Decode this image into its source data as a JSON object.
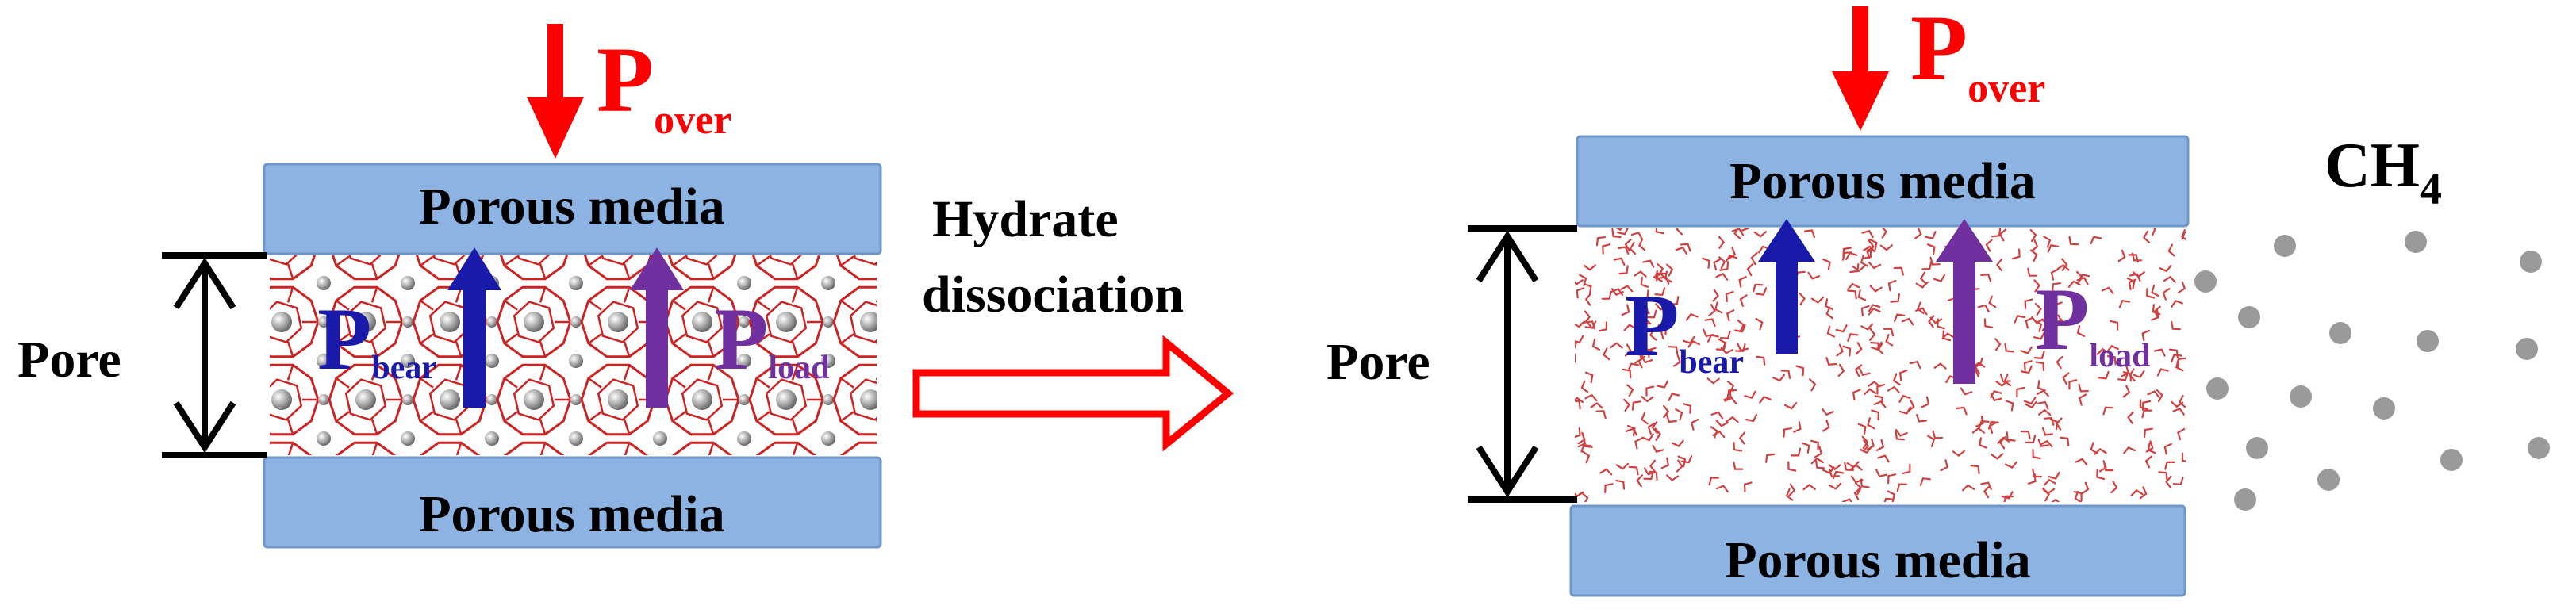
{
  "left_panel": {
    "top_layer": "Porous media",
    "bottom_layer": "Porous media",
    "pore_label": "Pore",
    "force_top": {
      "main": "P",
      "sub": "over"
    },
    "force_bear": {
      "main": "P",
      "sub": "bear"
    },
    "force_load": {
      "main": "P",
      "sub": "load"
    }
  },
  "process": {
    "line1": "Hydrate",
    "line2": "dissociation"
  },
  "right_panel": {
    "top_layer": "Porous media",
    "bottom_layer": "Porous media",
    "pore_label": "Pore",
    "force_top": {
      "main": "P",
      "sub": "over"
    },
    "force_bear": {
      "main": "P",
      "sub": "bear"
    },
    "force_load": {
      "main": "P",
      "sub": "load"
    },
    "gas": {
      "main": "CH",
      "sub": "4"
    }
  },
  "colors": {
    "media_fill": "#8db3e2",
    "media_stroke": "#6f97c9",
    "red": "#ff0000",
    "blue": "#1a1aaa",
    "purple": "#7030a0",
    "hydrate_cage": "#cc2222",
    "methane_sphere": "#9a9a9a",
    "water": "#d04040",
    "text": "#000000"
  }
}
